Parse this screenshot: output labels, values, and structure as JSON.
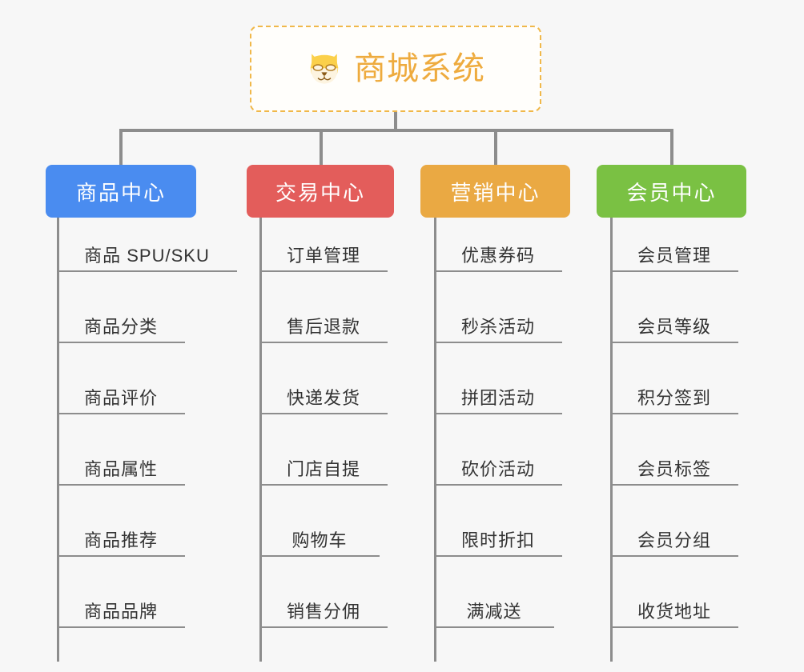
{
  "diagram": {
    "type": "org-tree",
    "background_color": "#f7f7f7",
    "line_color": "#8d8d8d",
    "root": {
      "label": "商城系统",
      "icon": "shiba-dog-icon",
      "text_color": "#eeab3e",
      "border_color": "#f0b84a",
      "background_color": "#fffefb"
    },
    "branches": [
      {
        "id": "product-center",
        "label": "商品中心",
        "color": "#4a8cf0",
        "items": [
          "商品 SPU/SKU",
          "商品分类",
          "商品评价",
          "商品属性",
          "商品推荐",
          "商品品牌"
        ]
      },
      {
        "id": "trade-center",
        "label": "交易中心",
        "color": "#e35d5b",
        "items": [
          "订单管理",
          "售后退款",
          "快递发货",
          "门店自提",
          "购物车",
          "销售分佣"
        ]
      },
      {
        "id": "marketing-center",
        "label": "营销中心",
        "color": "#eaa943",
        "items": [
          "优惠券码",
          "秒杀活动",
          "拼团活动",
          "砍价活动",
          "限时折扣",
          "满减送"
        ]
      },
      {
        "id": "member-center",
        "label": "会员中心",
        "color": "#7ac143",
        "items": [
          "会员管理",
          "会员等级",
          "积分签到",
          "会员标签",
          "会员分组",
          "收货地址"
        ]
      }
    ]
  }
}
